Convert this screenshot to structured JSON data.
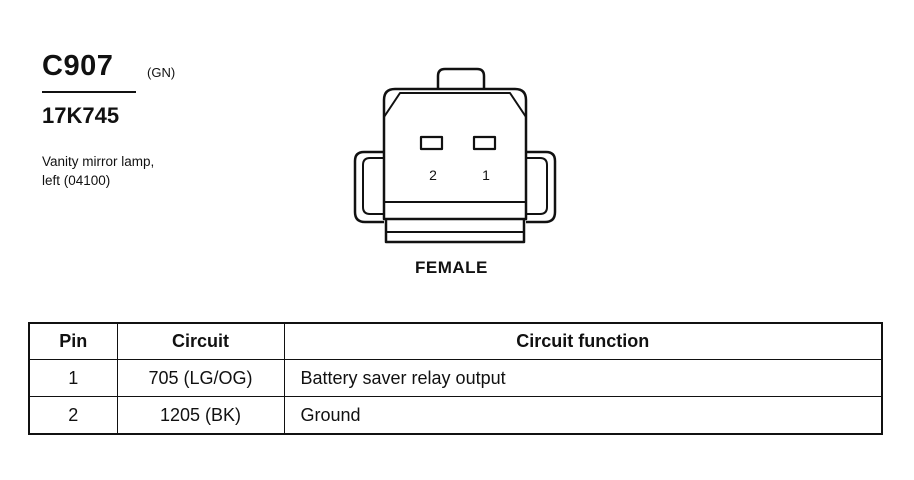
{
  "connector": {
    "id": "C907",
    "color_code": "(GN)",
    "part_number": "17K745",
    "description_lines": [
      "Vanity mirror lamp,",
      "left (04100)"
    ],
    "view_label": "FEMALE",
    "pin_labels": [
      "2",
      "1"
    ]
  },
  "table": {
    "headers": [
      "Pin",
      "Circuit",
      "Circuit function"
    ],
    "rows": [
      [
        "1",
        "705 (LG/OG)",
        "Battery saver relay output"
      ],
      [
        "2",
        "1205 (BK)",
        "Ground"
      ]
    ]
  }
}
